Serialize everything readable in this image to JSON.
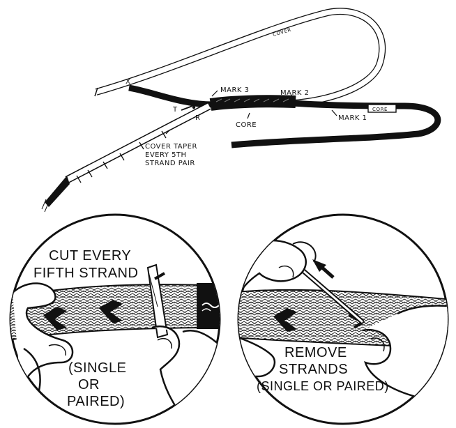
{
  "top_diagram": {
    "marker_x": "X",
    "marker_t": "T",
    "marker_r": "R",
    "cover_label": "COVER",
    "core_tag": "CORE",
    "mark3": "MARK 3",
    "mark2": "MARK 2",
    "mark1": "MARK 1",
    "core_label": "CORE",
    "taper_line1": "COVER TAPER",
    "taper_line2": "EVERY 5TH",
    "taper_line3": "STRAND PAIR"
  },
  "left_panel": {
    "title_line1": "CUT EVERY",
    "title_line2": "FIFTH STRAND",
    "note_line1": "(SINGLE",
    "note_line2": "OR",
    "note_line3": "PAIRED)"
  },
  "right_panel": {
    "note_line1": "REMOVE",
    "note_line2": "STRANDS",
    "note_line3": "(SINGLE OR PAIRED)"
  },
  "colors": {
    "ink": "#111111",
    "paper": "#ffffff"
  }
}
